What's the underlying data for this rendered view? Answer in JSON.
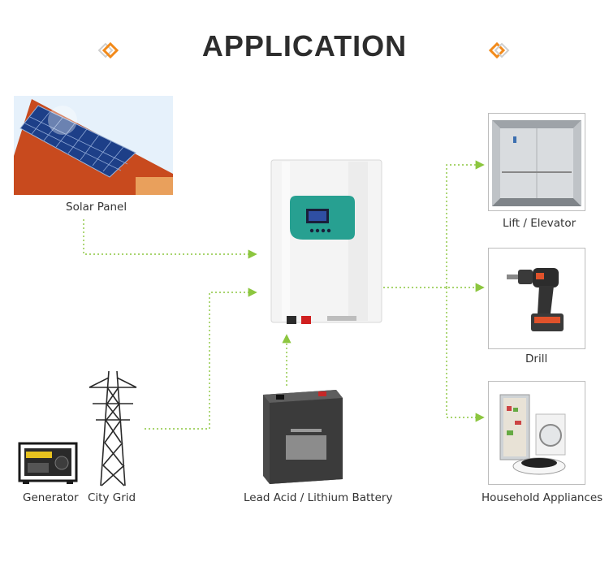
{
  "title": "APPLICATION",
  "colors": {
    "accent_orange": "#f28a1a",
    "connector_green": "#8cc63f",
    "display_teal": "#27a091"
  },
  "icons": {
    "title_left": "diamond-ornament-icon",
    "title_right": "diamond-ornament-icon"
  },
  "sources": {
    "solar_panel": "Solar Panel",
    "generator": "Generator",
    "city_grid": "City Grid",
    "battery": "Lead Acid / Lithium Battery"
  },
  "loads": {
    "lift": "Lift / Elevator",
    "drill": "Drill",
    "appliances": "Household Appliances"
  }
}
